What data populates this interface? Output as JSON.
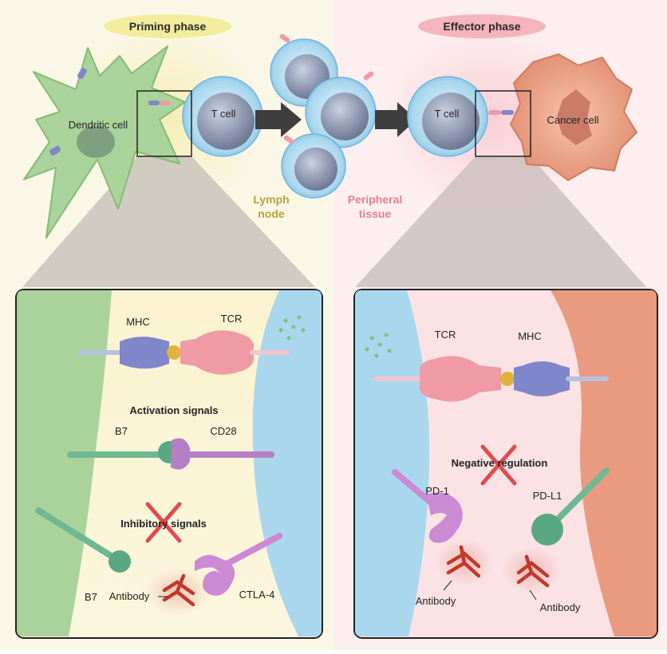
{
  "phases": {
    "priming": "Priming phase",
    "effector": "Effector phase"
  },
  "cells": {
    "dendritic": "Dendritic cell",
    "t_cell_left": "T cell",
    "t_cell_right": "T cell",
    "cancer": "Cancer cell"
  },
  "locations": {
    "lymph_line1": "Lymph",
    "lymph_line2": "node",
    "peripheral_line1": "Peripheral",
    "peripheral_line2": "tissue"
  },
  "left_panel": {
    "mhc": "MHC",
    "tcr": "TCR",
    "activation": "Activation signals",
    "b7_top": "B7",
    "cd28": "CD28",
    "inhibitory": "Inhibitory signals",
    "b7_bottom": "B7",
    "antibody": "Antibody",
    "ctla4": "CTLA-4"
  },
  "right_panel": {
    "tcr": "TCR",
    "mhc": "MHC",
    "negative": "Negative regulation",
    "pd1": "PD-1",
    "pdl1": "PD-L1",
    "antibody_left": "Antibody",
    "antibody_right": "Antibody"
  },
  "colors": {
    "priming_bg": "#fbf7e6",
    "effector_bg": "#fdecec",
    "dendritic": "#a9d39a",
    "t_cell": "#a9d7ee",
    "t_nucleus": "#8d96b0",
    "cancer": "#e99a7f",
    "mhc": "#7f86c9",
    "tcr": "#ef9aa4",
    "b7": "#6fb894",
    "cd28": "#b57fc4",
    "antibody": "#c0392b",
    "cross": "#e04b4b"
  }
}
